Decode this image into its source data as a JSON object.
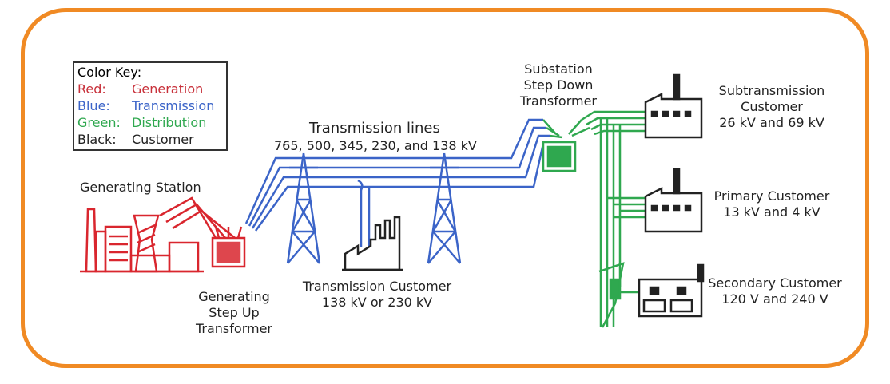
{
  "colors": {
    "frame": "#f08a24",
    "generation": "#d9262e",
    "transmission": "#3b64c8",
    "distribution": "#2fa84f",
    "customer": "#222222"
  },
  "key": {
    "title": "Color Key:",
    "rows": [
      {
        "k": "Red:",
        "v": "Generation",
        "color": "#c8303a"
      },
      {
        "k": "Blue:",
        "v": "Transmission",
        "color": "#3b64c8"
      },
      {
        "k": "Green:",
        "v": "Distribution",
        "color": "#2fa84f"
      },
      {
        "k": "Black:",
        "v": "Customer",
        "color": "#222222"
      }
    ]
  },
  "labels": {
    "generating_station": "Generating Station",
    "step_up": [
      "Generating",
      "Step Up",
      "Transformer"
    ],
    "transmission_lines": "Transmission lines",
    "voltages": "765, 500, 345, 230, and 138 kV",
    "transmission_customer": [
      "Transmission Customer",
      "138 kV or 230 kV"
    ],
    "substation": [
      "Substation",
      "Step Down",
      "Transformer"
    ],
    "subtransmission": [
      "Subtransmission",
      "Customer",
      "26 kV and 69 kV"
    ],
    "primary": [
      "Primary Customer",
      "13 kV and 4 kV"
    ],
    "secondary": [
      "Secondary Customer",
      "120 V and 240 V"
    ]
  }
}
